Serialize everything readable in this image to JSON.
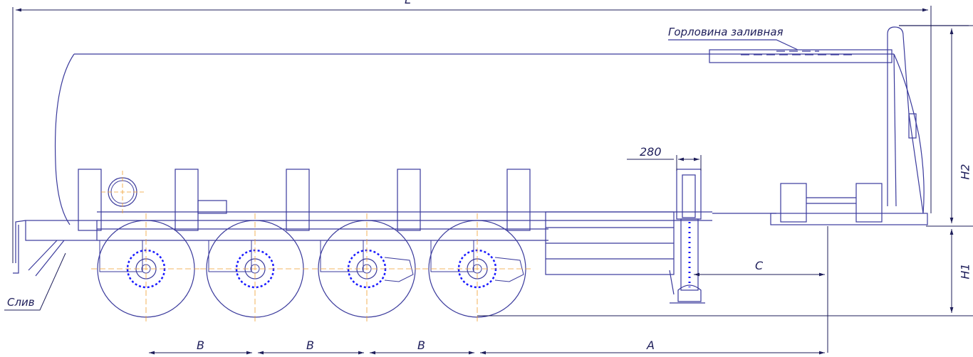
{
  "labels": {
    "L": "L",
    "filler_neck": "Горловина заливная",
    "drain": "Слив",
    "dim_280": "280",
    "H1": "H1",
    "H2": "H2",
    "C": "C",
    "B": "B",
    "A": "A"
  },
  "colors": {
    "outline": "#3a3a9c",
    "dimension": "#1e1e5a",
    "centerline": "#f0a030",
    "hub_bolt": "#1a1aff"
  }
}
